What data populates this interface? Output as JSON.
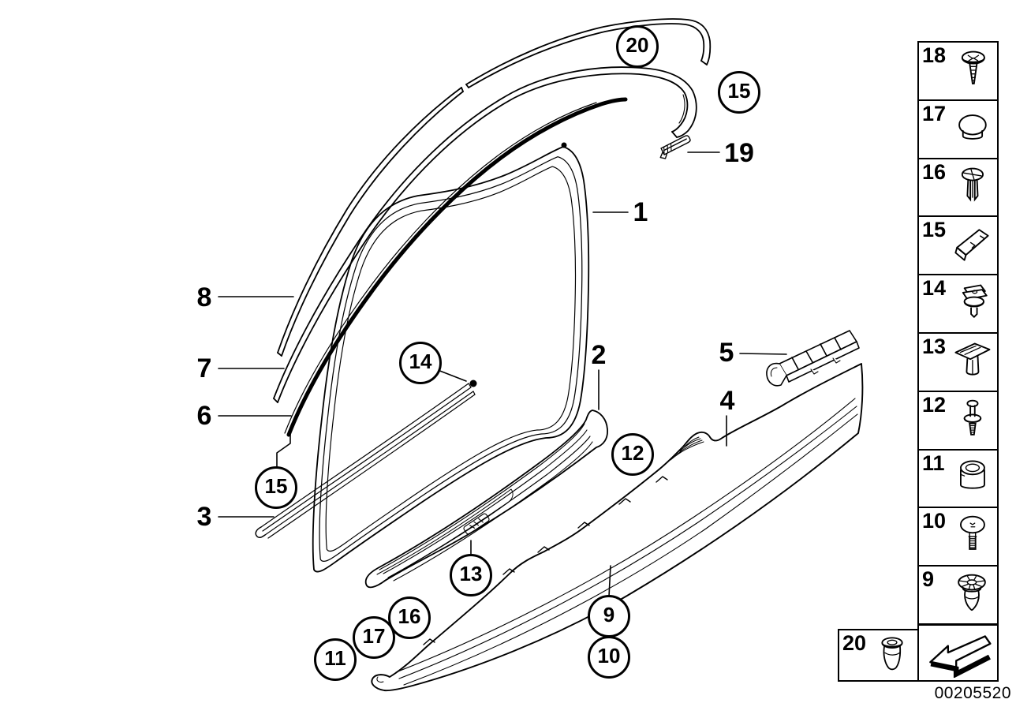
{
  "drawing_number": "00205520",
  "colors": {
    "background": "#ffffff",
    "line": "#000000"
  },
  "diagram": {
    "description": "door sill strip and edge protection trim line art",
    "callouts": [
      {
        "id": "20",
        "style": "circled"
      },
      {
        "id": "15",
        "style": "circled"
      },
      {
        "id": "19",
        "style": "plain"
      },
      {
        "id": "1",
        "style": "plain"
      },
      {
        "id": "8",
        "style": "plain"
      },
      {
        "id": "7",
        "style": "plain"
      },
      {
        "id": "6",
        "style": "plain"
      },
      {
        "id": "15",
        "style": "circled"
      },
      {
        "id": "3",
        "style": "plain"
      },
      {
        "id": "14",
        "style": "circled"
      },
      {
        "id": "2",
        "style": "plain"
      },
      {
        "id": "12",
        "style": "circled"
      },
      {
        "id": "5",
        "style": "plain"
      },
      {
        "id": "4",
        "style": "plain"
      },
      {
        "id": "13",
        "style": "circled"
      },
      {
        "id": "16",
        "style": "circled"
      },
      {
        "id": "17",
        "style": "circled"
      },
      {
        "id": "11",
        "style": "circled"
      },
      {
        "id": "9",
        "style": "circled"
      },
      {
        "id": "10",
        "style": "circled"
      }
    ]
  },
  "legend": {
    "items": [
      {
        "number": "18",
        "icon": "screw-icon"
      },
      {
        "number": "17",
        "icon": "plug-cap-icon"
      },
      {
        "number": "16",
        "icon": "expanding-rivet-icon"
      },
      {
        "number": "15",
        "icon": "metal-clip-icon"
      },
      {
        "number": "14",
        "icon": "flange-clip-icon"
      },
      {
        "number": "13",
        "icon": "flat-head-clip-icon"
      },
      {
        "number": "12",
        "icon": "pin-rivet-icon"
      },
      {
        "number": "11",
        "icon": "grommet-icon"
      },
      {
        "number": "10",
        "icon": "round-head-screw-icon"
      },
      {
        "number": "9",
        "icon": "expanding-nut-icon"
      }
    ],
    "extra_item": {
      "number": "20",
      "icon": "rubber-plug-icon"
    },
    "direction_box": {
      "icon": "direction-arrow-icon"
    }
  }
}
